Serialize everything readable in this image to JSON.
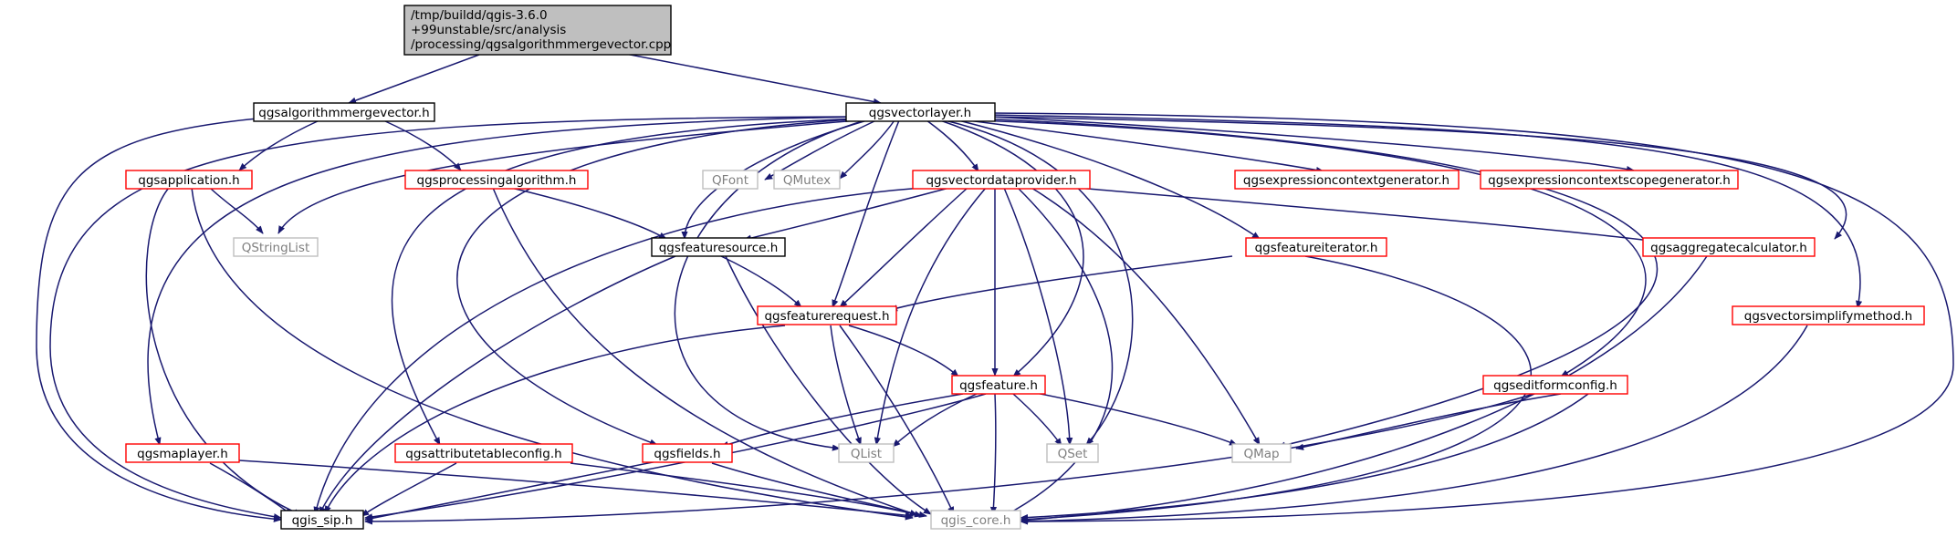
{
  "colors": {
    "edge": "#191970",
    "red_border": "#ff0000",
    "gray_border": "#bfbfbf",
    "black_border": "#000000",
    "root_fill": "#bfbfbf",
    "plain_fill": "#ffffff"
  },
  "root": {
    "lines": [
      "/tmp/buildd/qgis-3.6.0",
      "+99unstable/src/analysis",
      "/processing/qgsalgorithmmergevector.cpp"
    ]
  },
  "nodes": {
    "mergevector_h": {
      "label": "qgsalgorithmmergevector.h",
      "style": "black"
    },
    "vectorlayer_h": {
      "label": "qgsvectorlayer.h",
      "style": "black"
    },
    "application_h": {
      "label": "qgsapplication.h",
      "style": "red"
    },
    "processingalgorithm_h": {
      "label": "qgsprocessingalgorithm.h",
      "style": "red"
    },
    "qfont": {
      "label": "QFont",
      "style": "gray"
    },
    "qmutex": {
      "label": "QMutex",
      "style": "gray"
    },
    "vectordataprovider_h": {
      "label": "qgsvectordataprovider.h",
      "style": "red"
    },
    "expressioncontextgenerator_h": {
      "label": "qgsexpressioncontextgenerator.h",
      "style": "red"
    },
    "expressioncontextscopegenerator_h": {
      "label": "qgsexpressioncontextscopegenerator.h",
      "style": "red"
    },
    "qstringlist": {
      "label": "QStringList",
      "style": "gray"
    },
    "featuresource_h": {
      "label": "qgsfeaturesource.h",
      "style": "black"
    },
    "featureiterator_h": {
      "label": "qgsfeatureiterator.h",
      "style": "red"
    },
    "aggregatecalculator_h": {
      "label": "qgsaggregatecalculator.h",
      "style": "red"
    },
    "featurerequest_h": {
      "label": "qgsfeaturerequest.h",
      "style": "red"
    },
    "vectorsimplifymethod_h": {
      "label": "qgsvectorsimplifymethod.h",
      "style": "red"
    },
    "feature_h": {
      "label": "qgsfeature.h",
      "style": "red"
    },
    "editformconfig_h": {
      "label": "qgseditformconfig.h",
      "style": "red"
    },
    "maplayer_h": {
      "label": "qgsmaplayer.h",
      "style": "red"
    },
    "attributetableconfig_h": {
      "label": "qgsattributetableconfig.h",
      "style": "red"
    },
    "fields_h": {
      "label": "qgsfields.h",
      "style": "red"
    },
    "qlist": {
      "label": "QList",
      "style": "gray"
    },
    "qset": {
      "label": "QSet",
      "style": "gray"
    },
    "qmap": {
      "label": "QMap",
      "style": "gray"
    },
    "sip_h": {
      "label": "qgis_sip.h",
      "style": "black"
    },
    "core_h": {
      "label": "qgis_core.h",
      "style": "gray"
    }
  }
}
